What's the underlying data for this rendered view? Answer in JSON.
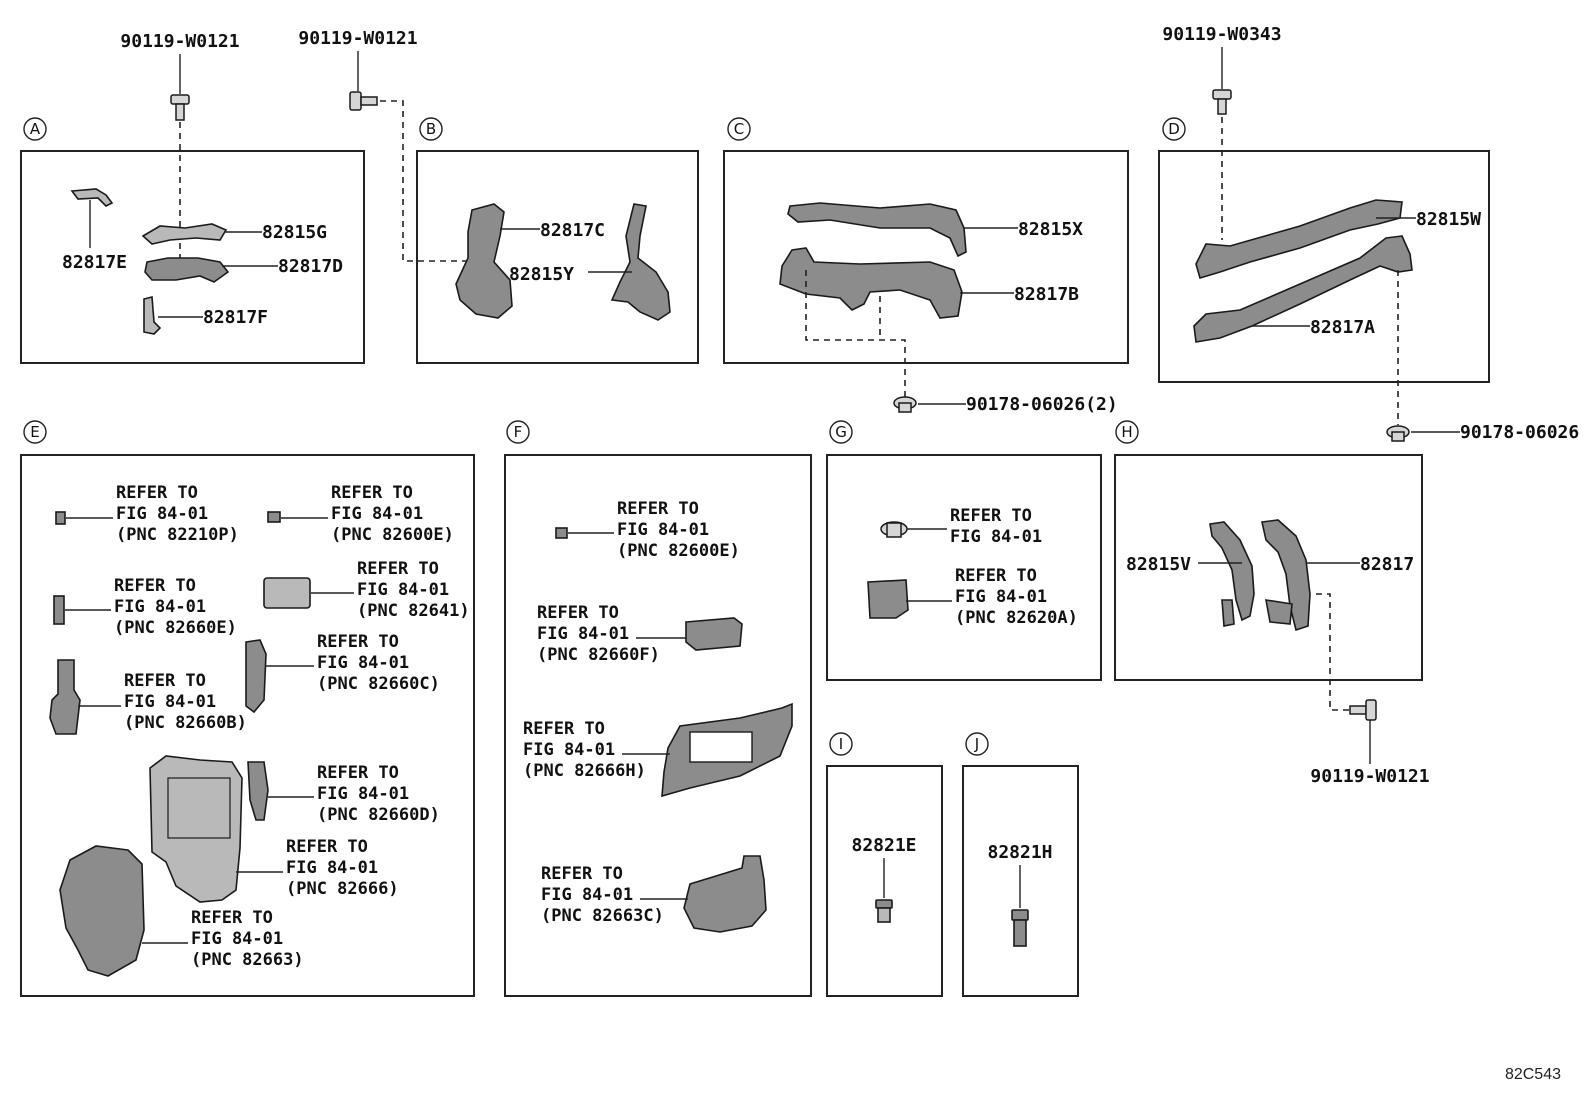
{
  "diagram_code": "82C543",
  "sections": [
    {
      "id": "A",
      "parts": [
        "82815G",
        "82817D",
        "82817E",
        "82817F"
      ]
    },
    {
      "id": "B",
      "parts": [
        "82817C",
        "82815Y"
      ]
    },
    {
      "id": "C",
      "parts": [
        "82815X",
        "82817B"
      ]
    },
    {
      "id": "D",
      "parts": [
        "82815W",
        "82817A"
      ]
    },
    {
      "id": "E",
      "refs": [
        {
          "l1": "REFER TO",
          "l2": "FIG 84-01",
          "l3": "(PNC 82210P)"
        },
        {
          "l1": "REFER TO",
          "l2": "FIG 84-01",
          "l3": "(PNC 82600E)"
        },
        {
          "l1": "REFER TO",
          "l2": "FIG 84-01",
          "l3": "(PNC 82641)"
        },
        {
          "l1": "REFER TO",
          "l2": "FIG 84-01",
          "l3": "(PNC 82660E)"
        },
        {
          "l1": "REFER TO",
          "l2": "FIG 84-01",
          "l3": "(PNC 82660C)"
        },
        {
          "l1": "REFER TO",
          "l2": "FIG 84-01",
          "l3": "(PNC 82660B)"
        },
        {
          "l1": "REFER TO",
          "l2": "FIG 84-01",
          "l3": "(PNC 82660D)"
        },
        {
          "l1": "REFER TO",
          "l2": "FIG 84-01",
          "l3": "(PNC 82666)"
        },
        {
          "l1": "REFER TO",
          "l2": "FIG 84-01",
          "l3": "(PNC 82663)"
        }
      ]
    },
    {
      "id": "F",
      "refs": [
        {
          "l1": "REFER TO",
          "l2": "FIG 84-01",
          "l3": "(PNC 82600E)"
        },
        {
          "l1": "REFER TO",
          "l2": "FIG 84-01",
          "l3": "(PNC 82660F)"
        },
        {
          "l1": "REFER TO",
          "l2": "FIG 84-01",
          "l3": "(PNC 82666H)"
        },
        {
          "l1": "REFER TO",
          "l2": "FIG 84-01",
          "l3": "(PNC 82663C)"
        }
      ]
    },
    {
      "id": "G",
      "refs": [
        {
          "l1": "REFER TO",
          "l2": "FIG 84-01"
        },
        {
          "l1": "REFER TO",
          "l2": "FIG 84-01",
          "l3": "(PNC 82620A)"
        }
      ]
    },
    {
      "id": "H",
      "parts": [
        "82815V",
        "82817"
      ]
    },
    {
      "id": "I",
      "parts": [
        "82821E"
      ]
    },
    {
      "id": "J",
      "parts": [
        "82821H"
      ]
    }
  ],
  "fasteners": [
    "90119-W0121",
    "90119-W0121",
    "90119-W0343",
    "90178-06026(2)",
    "90178-06026",
    "90119-W0121"
  ]
}
